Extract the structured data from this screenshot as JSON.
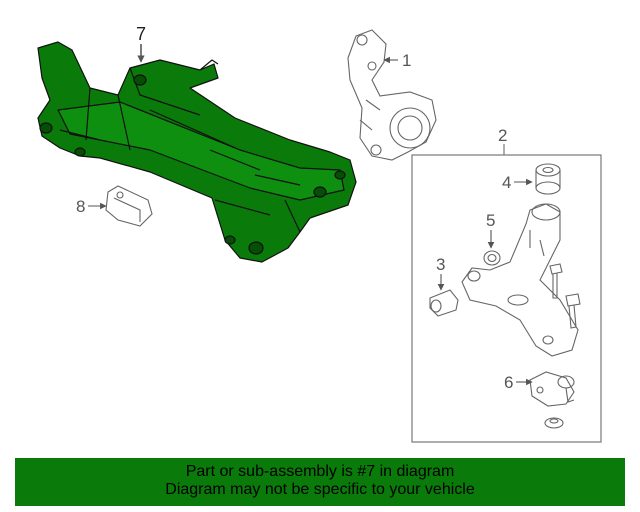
{
  "diagram": {
    "callouts": {
      "c1": "1",
      "c2": "2",
      "c3": "3",
      "c4": "4",
      "c5": "5",
      "c6": "6",
      "c7": "7",
      "c8": "8"
    },
    "highlighted_part": "7",
    "colors": {
      "highlight_fill": "#0a7b0a",
      "line": "#555555",
      "banner_bg": "#0a7b0a"
    }
  },
  "banner": {
    "line1": "Part or sub-assembly is #7 in diagram",
    "line2": "Diagram may not be specific to your vehicle"
  }
}
